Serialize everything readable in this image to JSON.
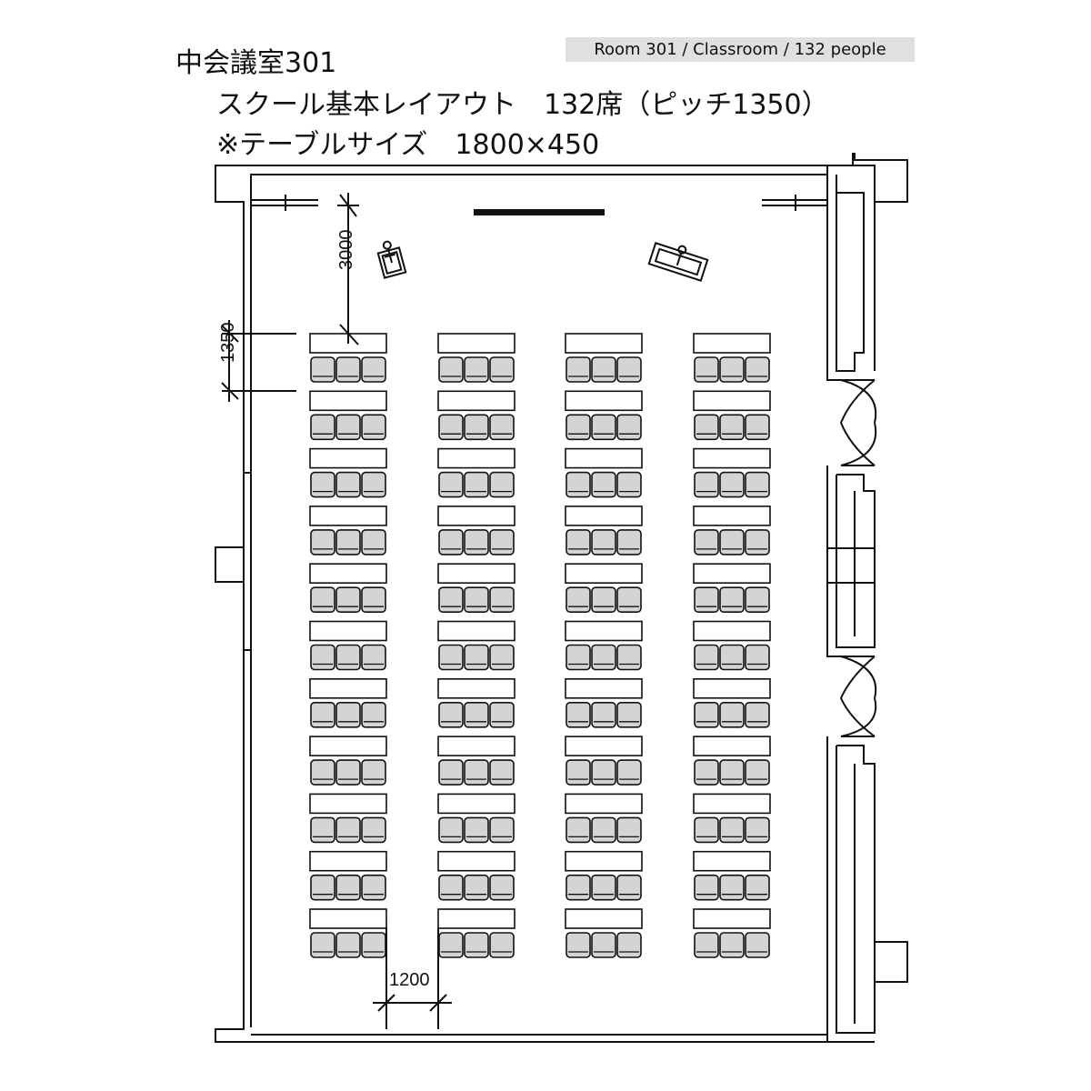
{
  "header": {
    "room_name": "中会議室301",
    "layout_line": "スクール基本レイアウト　132席（ピッチ1350）",
    "table_size_line": "※テーブルサイズ　1800×450",
    "badge": "Room 301 / Classroom / 132 people"
  },
  "dimensions": {
    "front_distance": "3000",
    "row_pitch": "1350",
    "aisle_width": "1200"
  },
  "layout": {
    "columns": 4,
    "rows": 11,
    "seats_per_table": 3
  },
  "colors": {
    "line": "#111111",
    "seat_fill": "#d4d4d4",
    "badge_bg": "#e0e0e0"
  }
}
